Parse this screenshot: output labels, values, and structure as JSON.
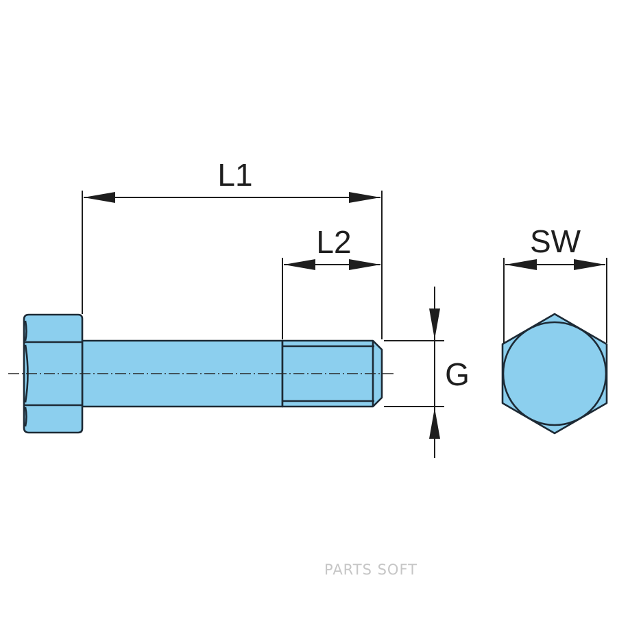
{
  "labels": {
    "l1": "L1",
    "l2": "L2",
    "g": "G",
    "sw": "SW"
  },
  "watermark": "PARTS SOFT",
  "colors": {
    "part_fill": "#8ccfee",
    "outline": "#1d2a35",
    "dimension": "#1e1e1e",
    "watermark": "#c6c6c6"
  }
}
